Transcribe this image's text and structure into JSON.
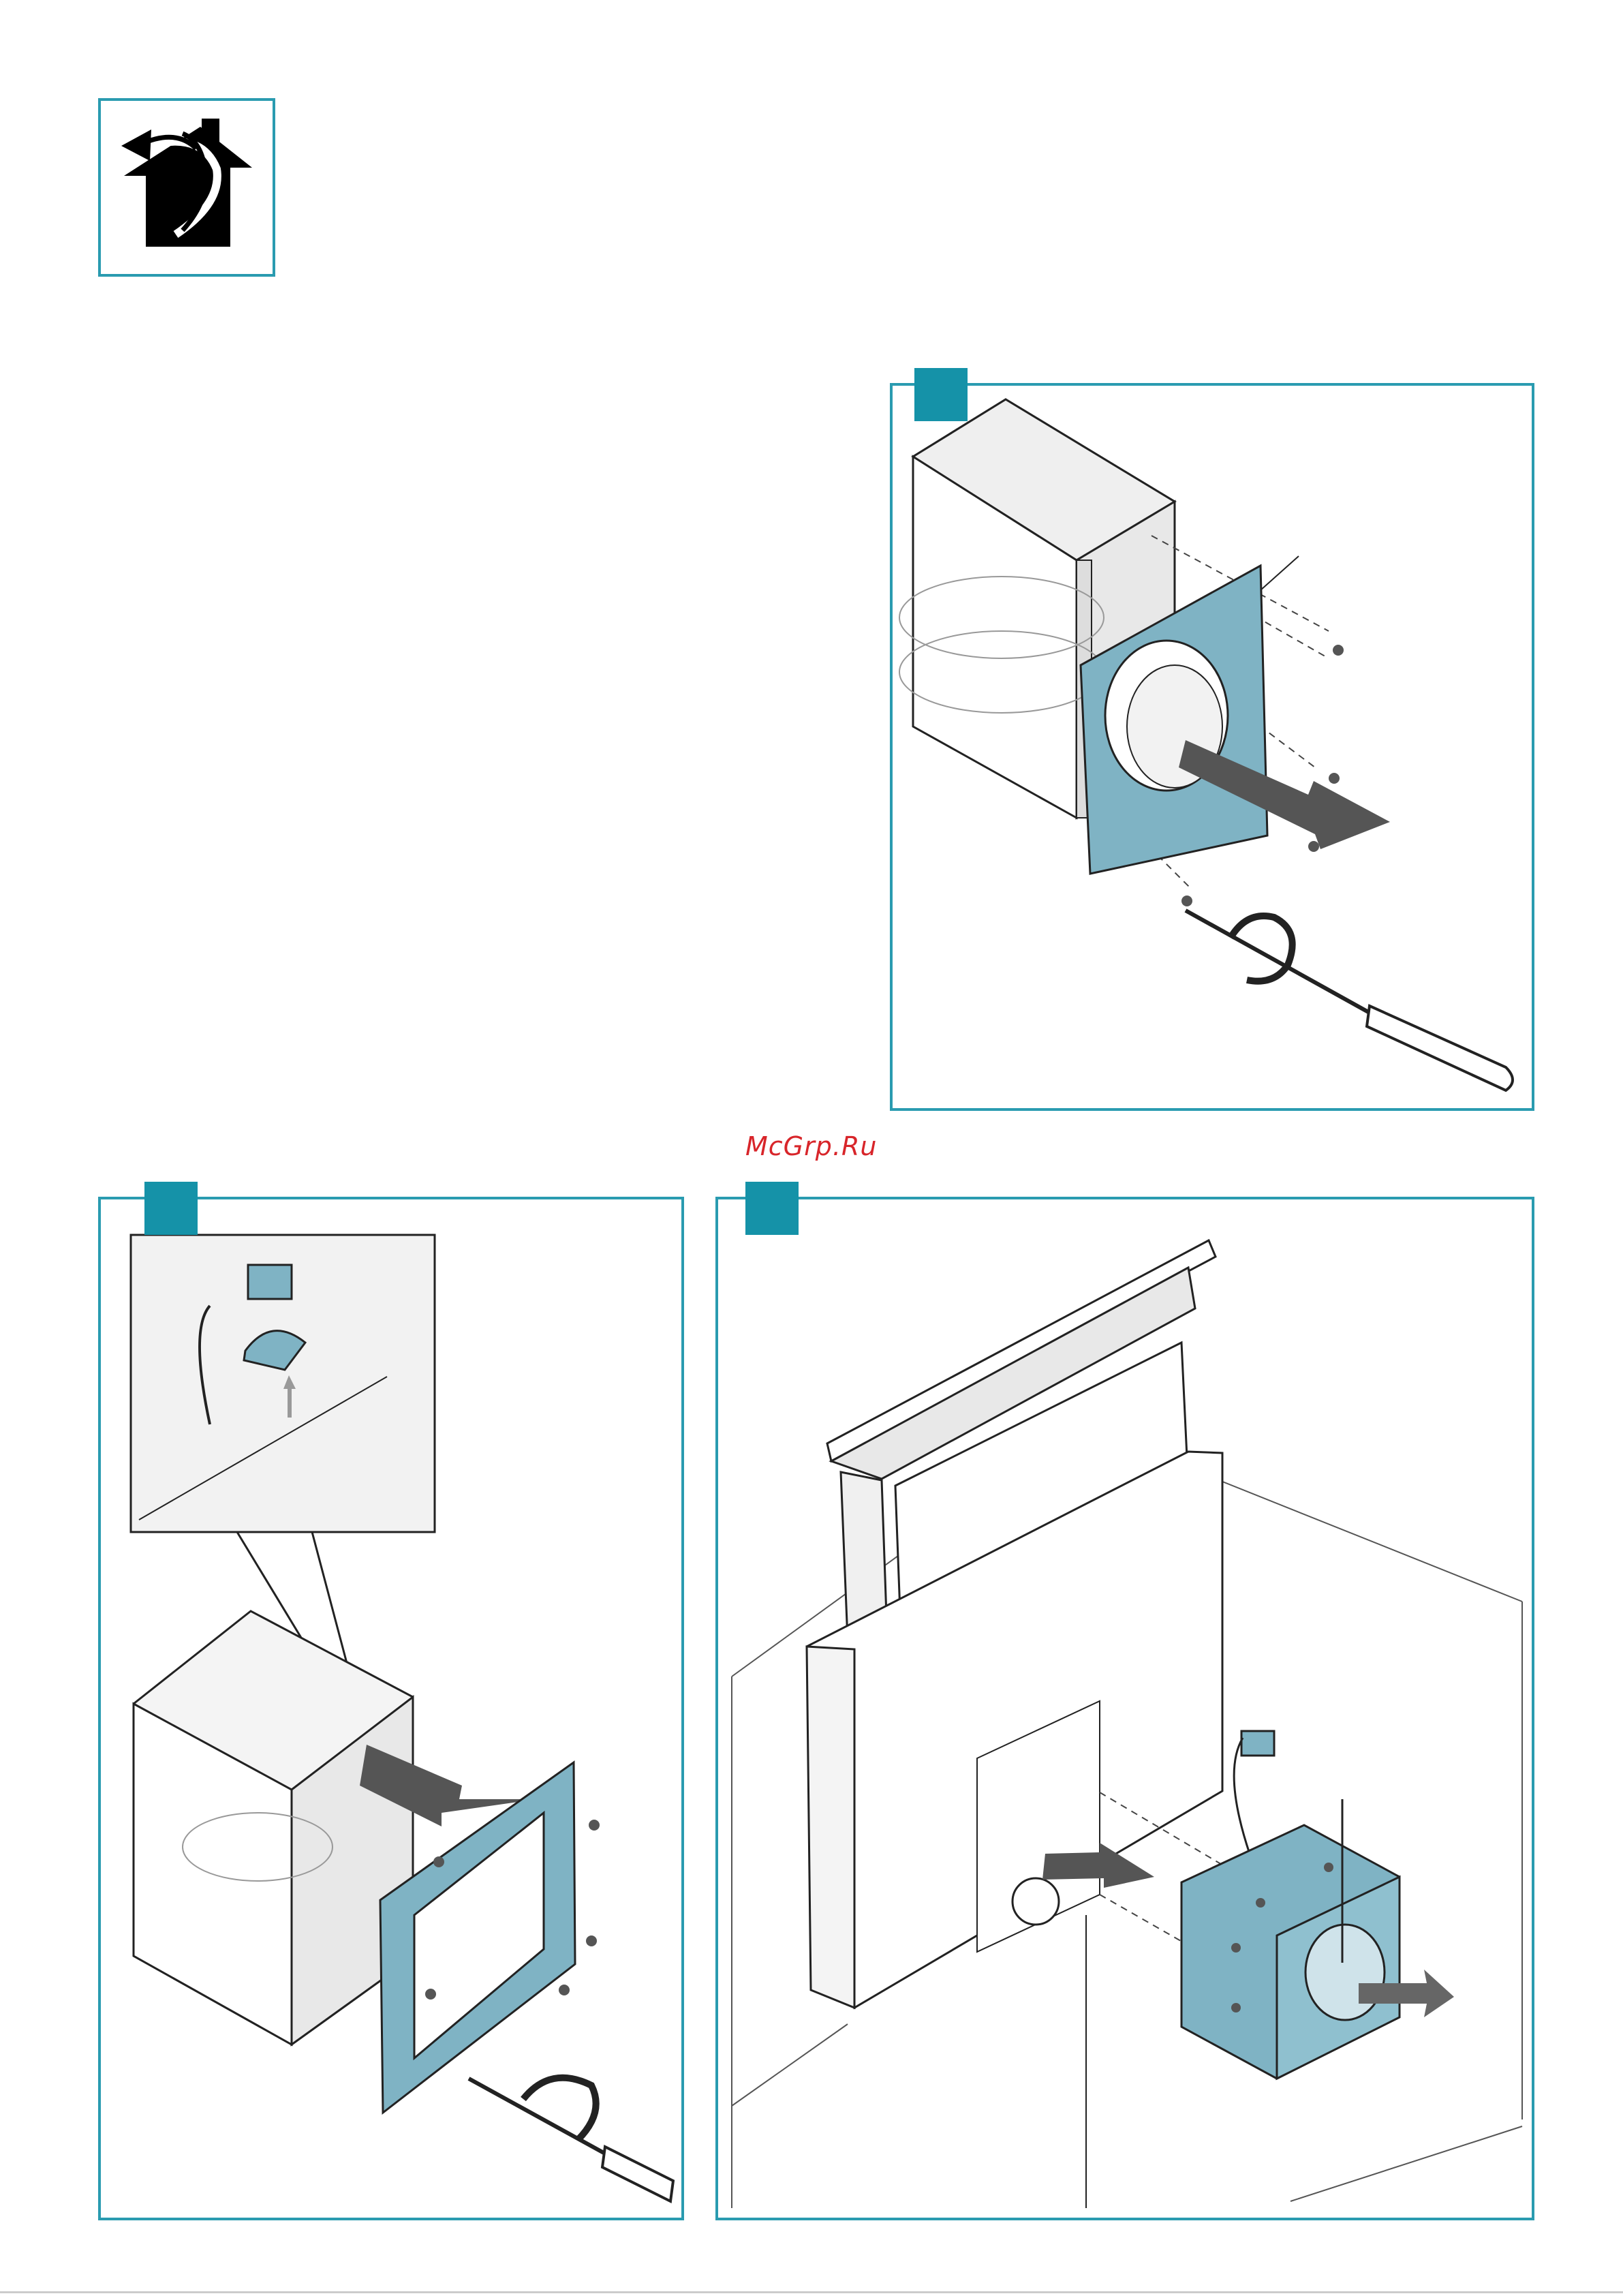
{
  "watermark": {
    "text": "McGrp.Ru",
    "color": "#d8252a"
  },
  "colors": {
    "frame": "#2a9bb0",
    "badge": "#1592a8",
    "part": "#7fb3c4"
  },
  "icons": {
    "header": "house-recirculation-icon"
  },
  "panels": [
    {
      "id": "step-remove-flange",
      "icon": "screwdriver-icon"
    },
    {
      "id": "step-fit-frame",
      "icon": "screwdriver-icon"
    },
    {
      "id": "step-mount-fan-box",
      "icon": "connector-icon"
    }
  ]
}
